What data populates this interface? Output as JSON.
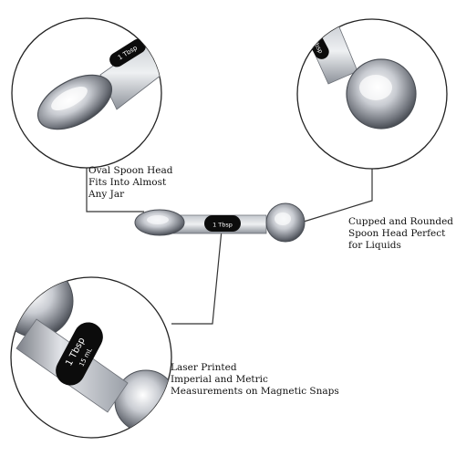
{
  "callouts": {
    "oval": {
      "lines": [
        "Oval Spoon Head",
        "Fits Into Almost",
        "Any Jar"
      ]
    },
    "cupped": {
      "lines": [
        "Cupped and Rounded",
        "Spoon Head Perfect",
        "for Liquids"
      ]
    },
    "laser": {
      "lines": [
        "Laser Printed",
        "Imperial and Metric",
        "Measurements on Magnetic Snaps"
      ]
    }
  },
  "spoon_label": {
    "imperial": "1 Tbsp",
    "metric": "15 mL"
  },
  "icons": [
    "oval-spoon-head-icon",
    "cupped-spoon-head-icon",
    "magnetic-snap-label-icon",
    "double-ended-spoon-icon"
  ],
  "colors": {
    "steel_light": "#e6e8ec",
    "steel_mid": "#a9aeb6",
    "steel_dark": "#5c6068",
    "label_black": "#0c0c0c",
    "leader_line": "#333333"
  }
}
